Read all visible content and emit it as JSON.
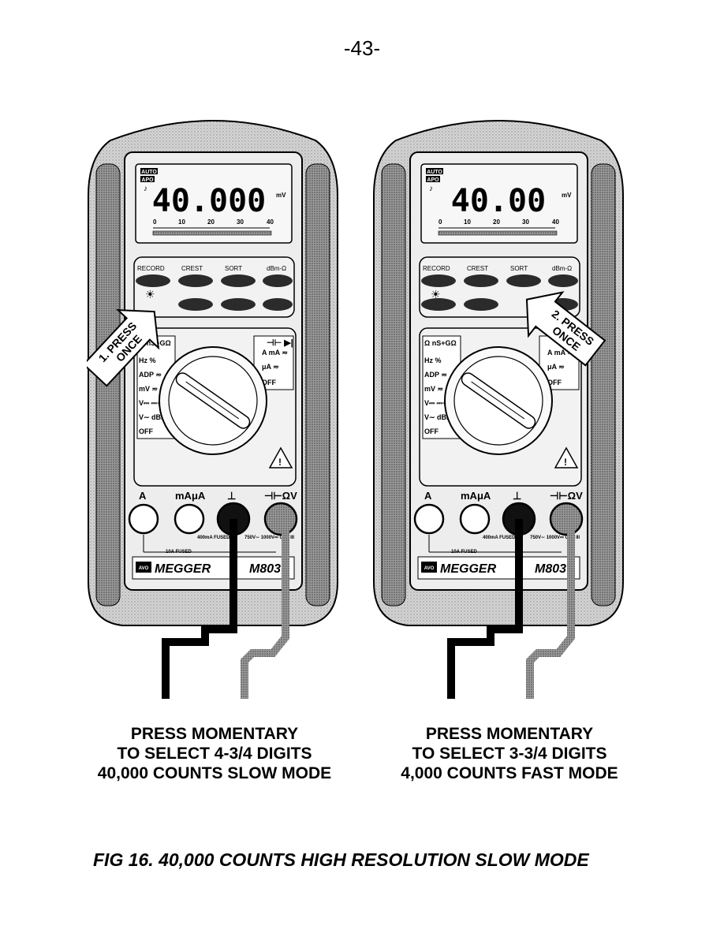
{
  "page": {
    "number": "-43-"
  },
  "meters": [
    {
      "display": {
        "reading": "40.000",
        "unit": "mV",
        "auto": "AUTO",
        "apo": "APO",
        "scale": [
          "0",
          "10",
          "20",
          "30",
          "40"
        ]
      },
      "buttons": [
        "RECORD",
        "CREST",
        "SORT",
        "dBm-Ω"
      ],
      "light_symbol": "☀",
      "callout": {
        "line1": "1. PRESS",
        "line2": "ONCE"
      },
      "dial_labels": [
        "Ω nS+GΩ",
        "Hz %",
        "ADP ≂",
        "mV ≂",
        "V⎓ ⎓+∼",
        "V∼ dBm",
        "OFF",
        "A mA ≂",
        "μA ≂",
        "OFF"
      ],
      "terminals": [
        "A",
        "mAμA",
        "⊥",
        "⊣⊢ΩV"
      ],
      "fuse_labels": [
        "400mA FUSED",
        "10A FUSED",
        "750V∼ 1000V⎓ CAT III"
      ],
      "brand": {
        "logo": "AVO",
        "name": "MEGGER",
        "model": "M803"
      }
    },
    {
      "display": {
        "reading": "40.00",
        "unit": "mV",
        "auto": "AUTO",
        "apo": "APO",
        "scale": [
          "0",
          "10",
          "20",
          "30",
          "40"
        ]
      },
      "buttons": [
        "RECORD",
        "CREST",
        "SORT",
        "dBm-Ω"
      ],
      "light_symbol": "☀",
      "callout": {
        "line1": "2. PRESS",
        "line2": "ONCE"
      },
      "dial_labels": [
        "Ω nS+GΩ",
        "Hz %",
        "ADP ≂",
        "mV ≂",
        "V⎓ ⎓+∼",
        "V∼ dBm",
        "OFF",
        "A mA ≂",
        "μA ≂",
        "OFF"
      ],
      "terminals": [
        "A",
        "mAμA",
        "⊥",
        "⊣⊢ΩV"
      ],
      "fuse_labels": [
        "400mA FUSED",
        "10A FUSED",
        "750V∼ 1000V⎓ CAT III"
      ],
      "brand": {
        "logo": "AVO",
        "name": "MEGGER",
        "model": "M803"
      }
    }
  ],
  "captions": [
    [
      "PRESS MOMENTARY",
      "TO SELECT 4-3/4 DIGITS",
      "40,000 COUNTS SLOW MODE"
    ],
    [
      "PRESS MOMENTARY",
      "TO SELECT 3-3/4 DIGITS",
      "4,000 COUNTS FAST MODE"
    ]
  ],
  "figure": {
    "caption": "FIG 16.  40,000 COUNTS HIGH RESOLUTION SLOW MODE"
  },
  "colors": {
    "ink": "#000000",
    "case_fill": "#cfcfcf",
    "panel_fill": "#ececec",
    "paper": "#ffffff"
  }
}
